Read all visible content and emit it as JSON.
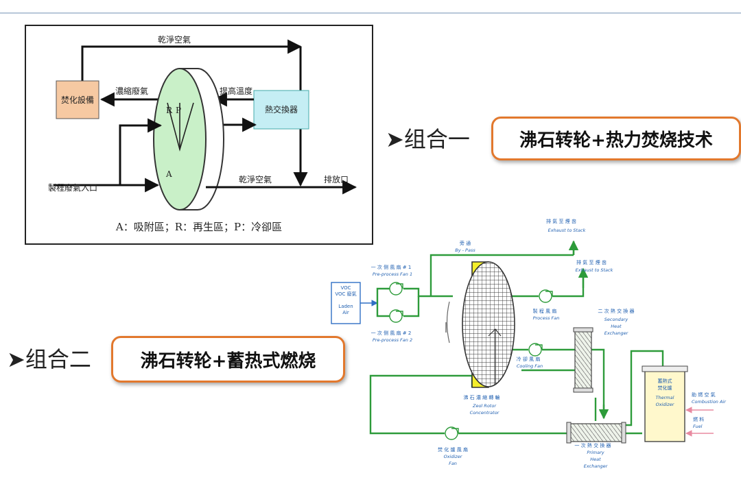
{
  "combo1": {
    "label": "➤组合一",
    "title": "沸石转轮+热力焚烧技术"
  },
  "combo2": {
    "label": "➤组合二",
    "title": "沸石转轮+蓄热式燃烧"
  },
  "diagram1": {
    "clean_air_top": "乾淨空氣",
    "concentrated_gas": "濃縮廢氣",
    "raised_temp": "提高溫度",
    "incinerator": "焚化設備",
    "heat_exchanger": "熱交換器",
    "clean_air_bottom": "乾淨空氣",
    "exhaust_port": "排放口",
    "inlet": "製程廢氣入口",
    "zone_r": "R",
    "zone_p": "P",
    "zone_a": "A",
    "legend": "A：吸附區；R：再生區；P：冷卻區"
  },
  "diagram2": {
    "bypass_cn": "旁 通",
    "bypass_en": "By - Pass",
    "exhaust1_cn": "排 氣 至 煙 囪",
    "exhaust1_en": "Exhaust to Stack",
    "exhaust2_cn": "排 氣 至 煙 囪",
    "exhaust2_en": "Exhaust to Stack",
    "fan1_cn": "一 次 侧 風 扇 # 1",
    "fan1_en": "Pre-process Fan 1",
    "fan2_cn": "一 次 侧 風 扇 # 2",
    "fan2_en": "Pre-process Fan 2",
    "voc_cn": "VOC 廢氣",
    "voc_en1": "VOC",
    "voc_en2": "Laden",
    "voc_en3": "Air",
    "process_fan_cn": "製 程 風 扇",
    "process_fan_en": "Process Fan",
    "secondary_hx_cn": "二 次 熱 交 換 器",
    "secondary_hx_en1": "Secondary",
    "secondary_hx_en2": "Heat",
    "secondary_hx_en3": "Exchanger",
    "cooling_fan_cn": "冷 卻 風 扇",
    "cooling_fan_en": "Cooling Fan",
    "rotor_cn": "沸 石 濃 縮 轉 輪",
    "rotor_en1": "Zeol Rotor",
    "rotor_en2": "Concentrator",
    "oxidizer_cn1": "蓄熱式",
    "oxidizer_cn2": "焚化爐",
    "oxidizer_en1": "Thermal",
    "oxidizer_en2": "Oxidizer",
    "combustion_cn": "助 燃 空 氣",
    "combustion_en": "Combustion Air",
    "fuel_cn": "燃 料",
    "fuel_en": "Fuel",
    "oxidizer_fan_cn": "焚 化 爐 風 扇",
    "oxidizer_fan_en1": "Oxidizer",
    "oxidizer_fan_en2": "Fan",
    "primary_hx_cn": "一 次 熱 交 換 器",
    "primary_hx_en1": "Primary",
    "primary_hx_en2": "Heat",
    "primary_hx_en3": "Exchanger"
  },
  "colors": {
    "accent": "#e2782d",
    "pipe": "#2d9b3a",
    "label_blue": "#1f5fb0",
    "rotor_yellow": "#f4ee2a"
  }
}
